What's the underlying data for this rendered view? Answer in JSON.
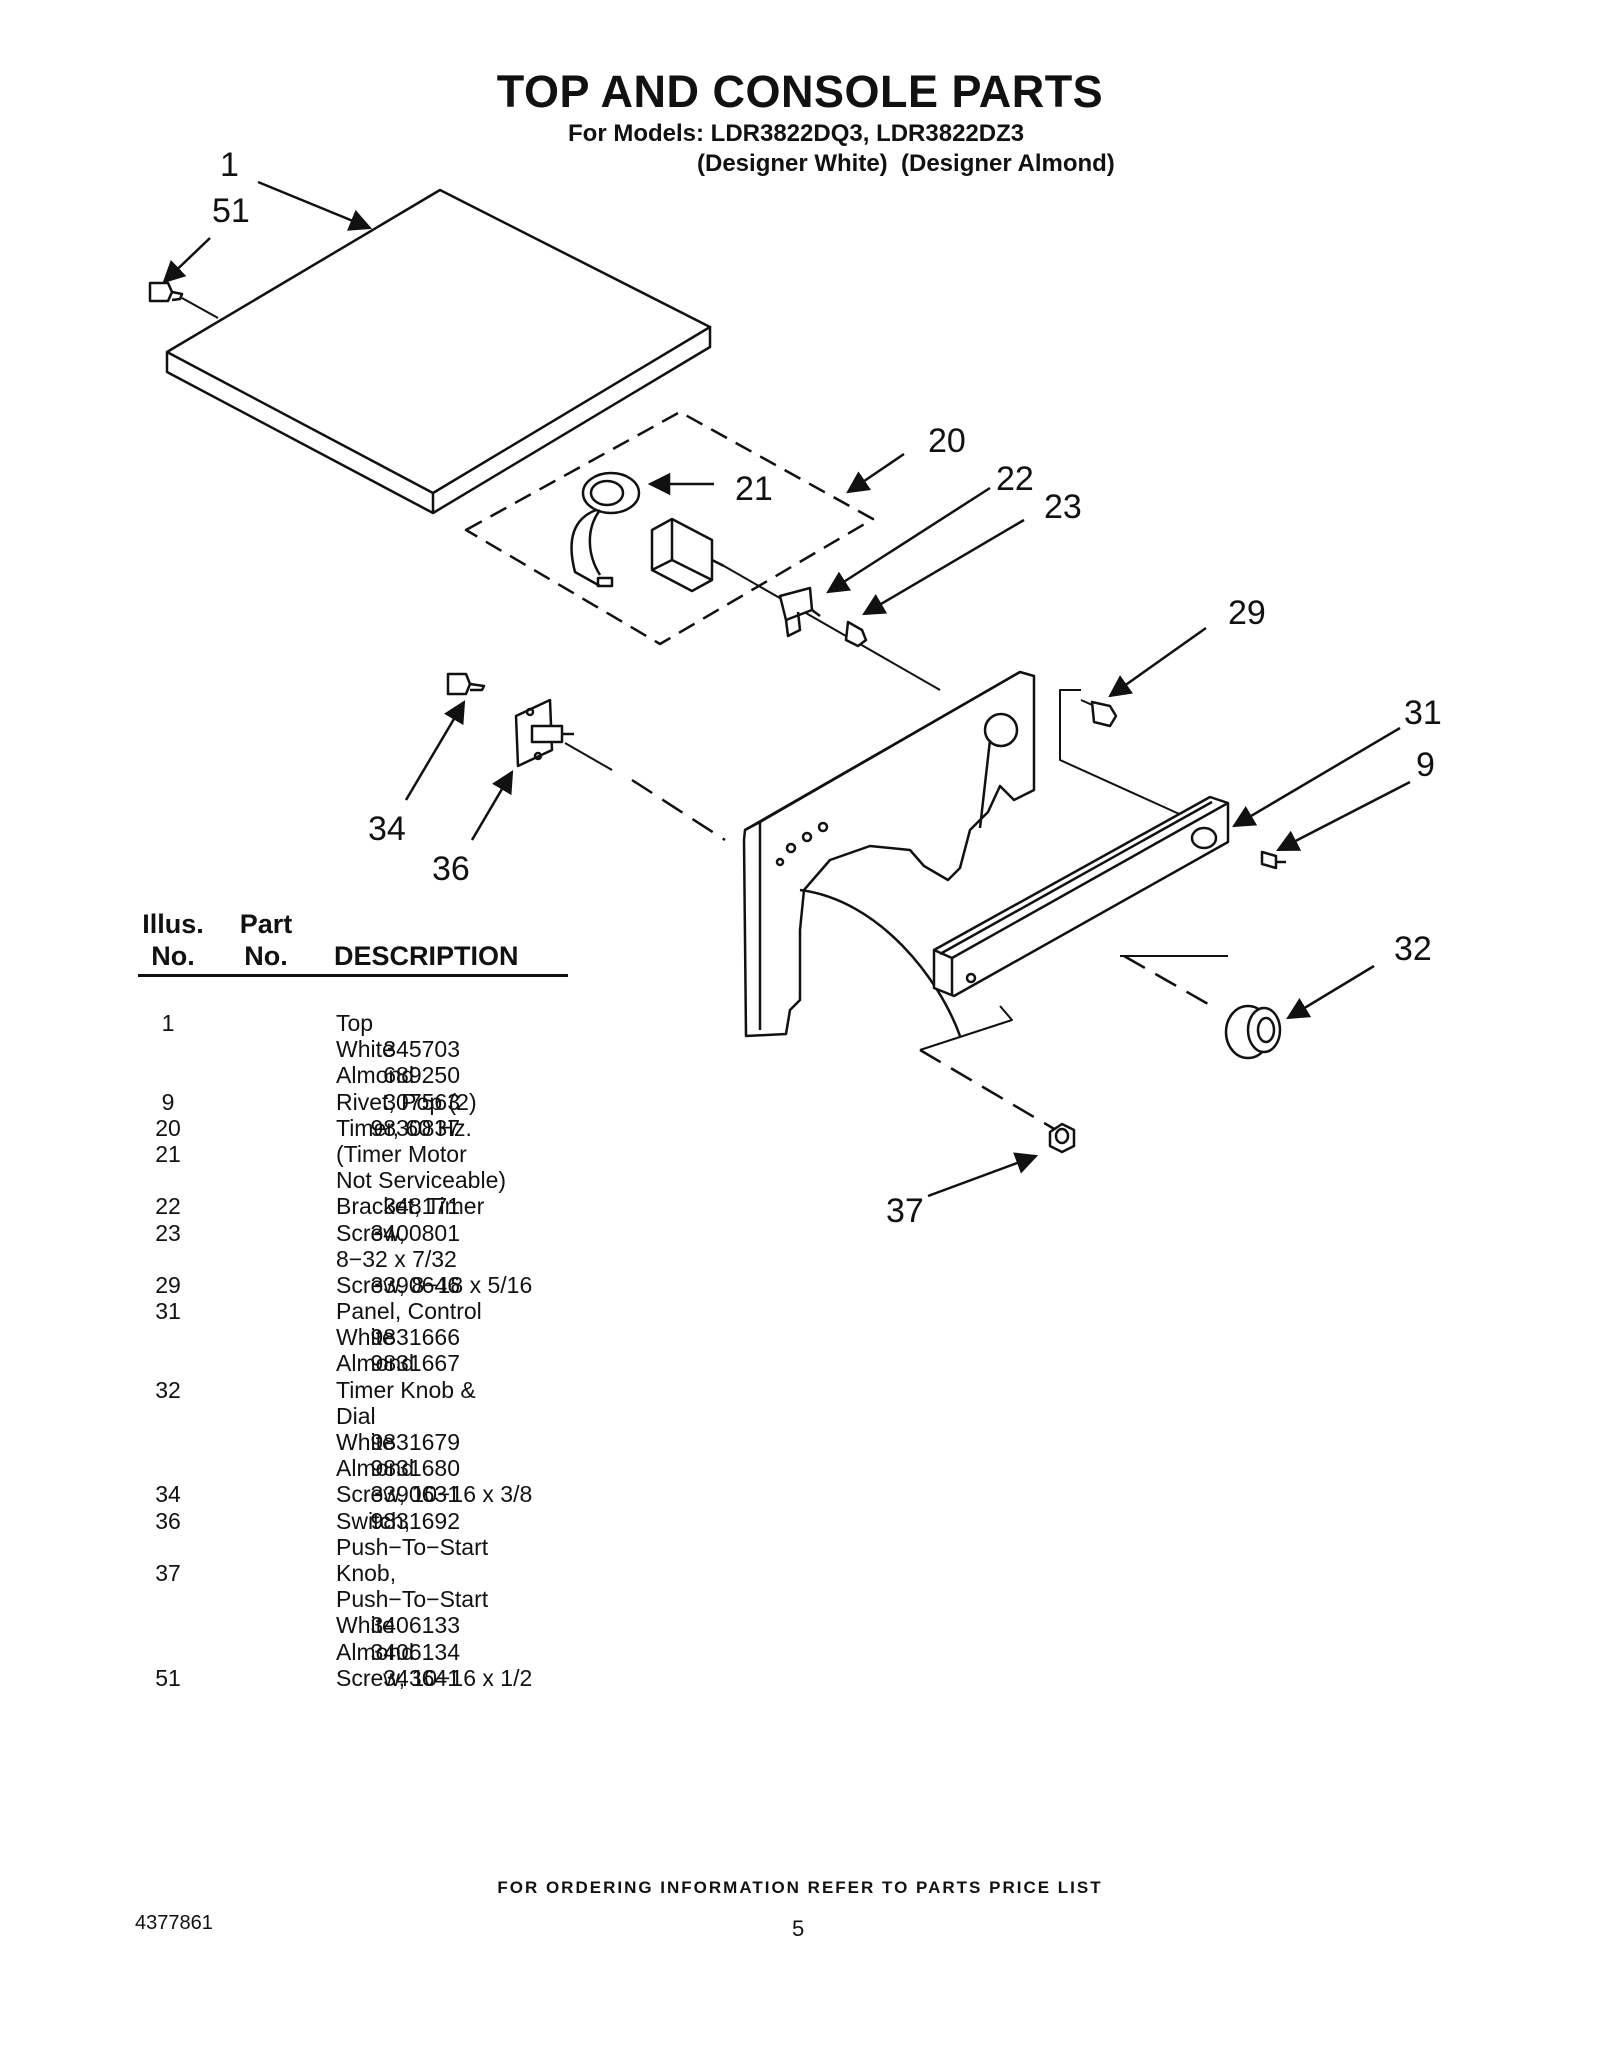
{
  "header": {
    "title": "TOP AND CONSOLE PARTS",
    "models_line": "For Models: LDR3822DQ3, LDR3822DZ3",
    "variants_line": "(Designer White)  (Designer Almond)"
  },
  "callouts": {
    "c1": "1",
    "c51": "51",
    "c20": "20",
    "c21": "21",
    "c22": "22",
    "c23": "23",
    "c29": "29",
    "c31": "31",
    "c9": "9",
    "c34": "34",
    "c36": "36",
    "c32": "32",
    "c37": "37"
  },
  "parts_table": {
    "col_illus": [
      "Illus.",
      "No."
    ],
    "col_part": [
      "Part",
      "No."
    ],
    "col_desc": "DESCRIPTION",
    "rows": [
      {
        "illus": "1",
        "part": "",
        "desc": "Top"
      },
      {
        "illus": "",
        "part": "345703",
        "desc": "White"
      },
      {
        "illus": "",
        "part": "689250",
        "desc": "Almond"
      },
      {
        "illus": "9",
        "part": "307563",
        "desc": "Rivet, Pop (2)"
      },
      {
        "illus": "20",
        "part": "9830837",
        "desc": "Timer, 60 Hz."
      },
      {
        "illus": "21",
        "part": "",
        "desc": "(Timer Motor"
      },
      {
        "illus": "",
        "part": "",
        "desc": "Not Serviceable)"
      },
      {
        "illus": "22",
        "part": "348171",
        "desc": "Bracket, Timer"
      },
      {
        "illus": "23",
        "part": "3400801",
        "desc": "Screw,"
      },
      {
        "illus": "",
        "part": "",
        "desc": "8−32 x 7/32"
      },
      {
        "illus": "29",
        "part": "3390646",
        "desc": "Screw, 8−18 x 5/16"
      },
      {
        "illus": "31",
        "part": "",
        "desc": "Panel, Control"
      },
      {
        "illus": "",
        "part": "9831666",
        "desc": "White"
      },
      {
        "illus": "",
        "part": "9831667",
        "desc": "Almond"
      },
      {
        "illus": "32",
        "part": "",
        "desc": "Timer Knob &"
      },
      {
        "illus": "",
        "part": "",
        "desc": "Dial"
      },
      {
        "illus": "",
        "part": "9831679",
        "desc": "White"
      },
      {
        "illus": "",
        "part": "9831680",
        "desc": "Almond"
      },
      {
        "illus": "34",
        "part": "3390631",
        "desc": "Screw, 10−16 x 3/8"
      },
      {
        "illus": "36",
        "part": "9831692",
        "desc": "Switch,"
      },
      {
        "illus": "",
        "part": "",
        "desc": "Push−To−Start"
      },
      {
        "illus": "37",
        "part": "",
        "desc": "Knob,"
      },
      {
        "illus": "",
        "part": "",
        "desc": "Push−To−Start"
      },
      {
        "illus": "",
        "part": "3406133",
        "desc": "White"
      },
      {
        "illus": "",
        "part": "3406134",
        "desc": "Almond"
      },
      {
        "illus": "51",
        "part": "343641",
        "desc": "Screw, 10−16 x 1/2"
      }
    ]
  },
  "footer": {
    "ordering_note": "FOR ORDERING INFORMATION REFER TO PARTS PRICE LIST",
    "doc_number": "4377861",
    "page_number": "5"
  }
}
